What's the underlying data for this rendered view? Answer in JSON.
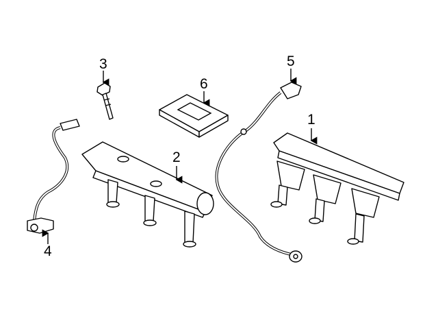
{
  "callouts": [
    {
      "id": "1",
      "part": "ignition-coil-right"
    },
    {
      "id": "2",
      "part": "ignition-coil-left"
    },
    {
      "id": "3",
      "part": "bolt"
    },
    {
      "id": "4",
      "part": "sensor-left"
    },
    {
      "id": "5",
      "part": "knock-sensor"
    },
    {
      "id": "6",
      "part": "control-module"
    }
  ]
}
